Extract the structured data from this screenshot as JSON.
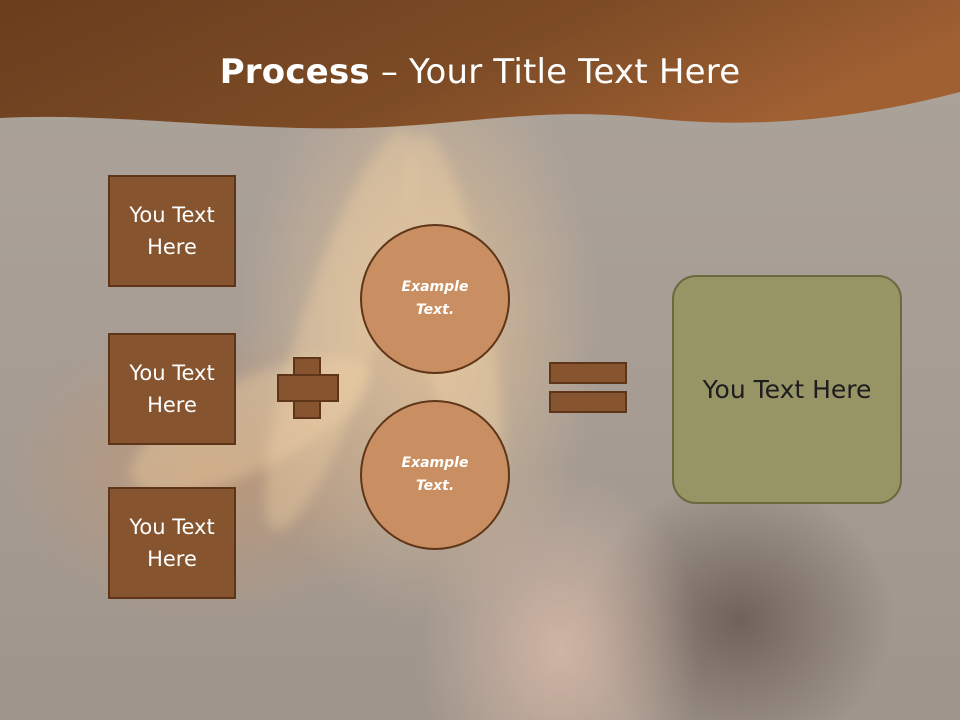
{
  "slide": {
    "title_bold": "Process",
    "title_rest": " – Your Title Text Here",
    "colors": {
      "header_brown": "#7a4a26",
      "box_brown": "#86542e",
      "circle_tan": "#c98f62",
      "result_olive": "#979466"
    }
  },
  "left_boxes": [
    {
      "label": "You Text Here"
    },
    {
      "label": "You Text Here"
    },
    {
      "label": "You Text Here"
    }
  ],
  "circles": [
    {
      "label": "Example Text."
    },
    {
      "label": "Example Text."
    }
  ],
  "operators": {
    "plus_icon": "plus-icon",
    "equals_icon": "equals-icon"
  },
  "result": {
    "label": "You Text Here"
  }
}
